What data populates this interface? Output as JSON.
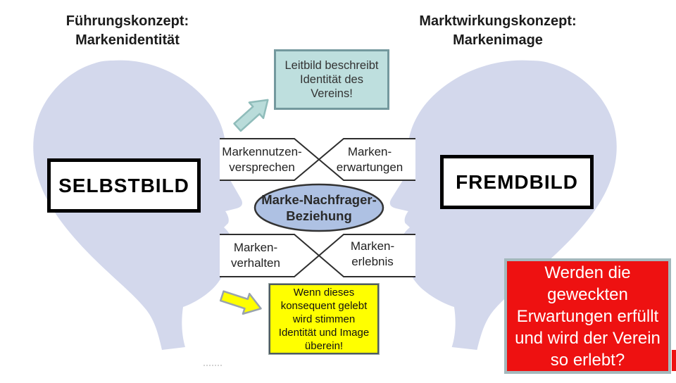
{
  "titles": {
    "left": {
      "lines": [
        "Führungskonzept:",
        "Markenidentität"
      ]
    },
    "right": {
      "lines": [
        "Marktwirkungskonzept:",
        "Markenimage"
      ]
    }
  },
  "head_labels": {
    "left": "SELBSTBILD",
    "right": "FREMDBILD"
  },
  "bands": {
    "upper_left": {
      "lines": [
        "Markennutzen-",
        "versprechen"
      ]
    },
    "upper_right": {
      "lines": [
        "Marken-",
        "erwartungen"
      ]
    },
    "lower_left": {
      "lines": [
        "Marken-",
        "verhalten"
      ]
    },
    "lower_right": {
      "lines": [
        "Marken-",
        "erlebnis"
      ]
    }
  },
  "ellipse": {
    "lines": [
      "Marke-Nachfrager-",
      "Beziehung"
    ]
  },
  "callouts": {
    "leitbild": {
      "lines": [
        "Leitbild beschreibt",
        "Identität des",
        "Vereins!"
      ]
    },
    "consequence": {
      "lines": [
        "Wenn dieses",
        "konsequent gelebt",
        "wird stimmen",
        "Identität und Image",
        "überein!"
      ]
    },
    "question": {
      "lines": [
        "Werden die",
        "geweckten",
        "Erwartungen erfüllt",
        "und wird der Verein",
        "so erlebt?"
      ]
    }
  },
  "icons": {
    "teal_arrow": "arrow-up-right",
    "yellow_arrow": "arrow-right"
  },
  "colors": {
    "head_fill": "#d3d8ec",
    "band_line": "#2e2e2e",
    "ellipse_fill": "#aec1e3",
    "ellipse_stroke": "#333333",
    "teal_fill": "#bedfde",
    "teal_border": "#74999e",
    "teal_arrow_fill": "#b9dcda",
    "teal_arrow_border": "#8fbcba",
    "yellow_fill": "#ffff00",
    "yellow_border": "#4f5d5d",
    "yellow_arrow_border": "#99a3ad",
    "red_fill": "#ee1111",
    "red_border": "#a3b8bc",
    "box_border": "#000000"
  }
}
